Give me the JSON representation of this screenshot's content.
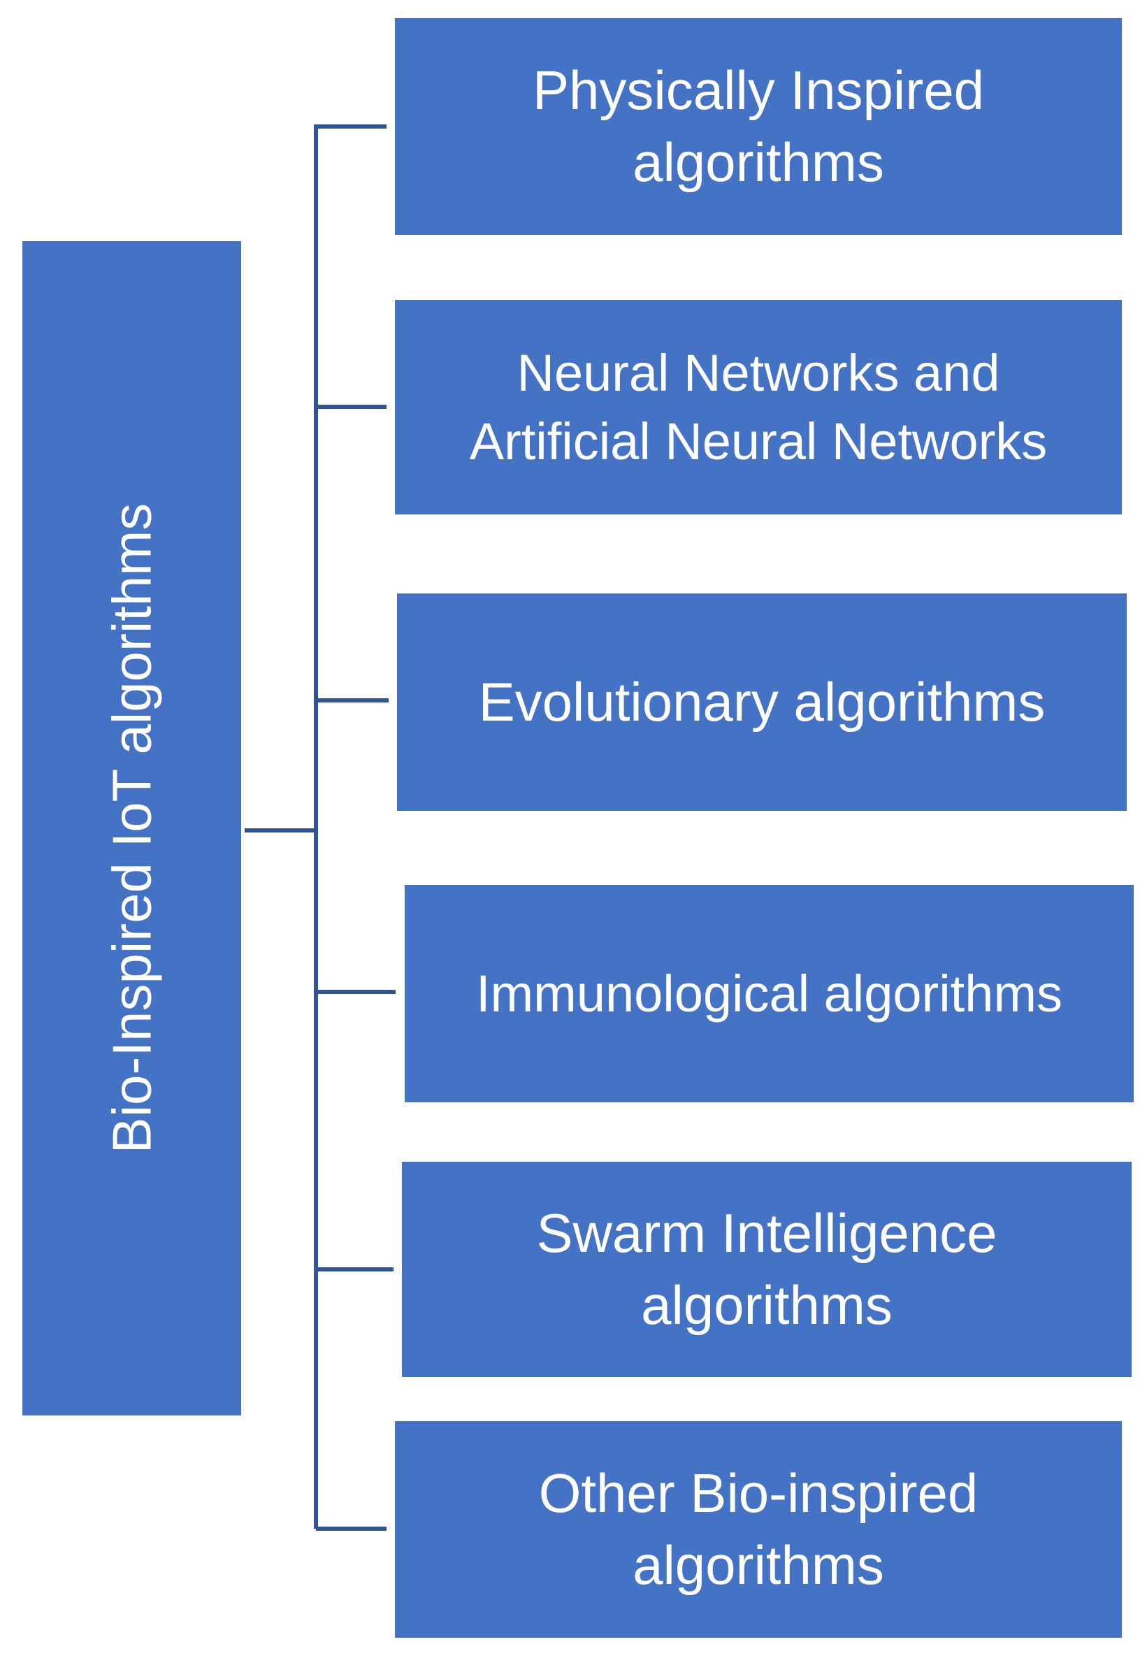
{
  "root": {
    "label": "Bio-Inspired IoT algorithms"
  },
  "categories": [
    {
      "label": "Physically Inspired\nalgorithms"
    },
    {
      "label": "Neural Networks and\nArtificial Neural Networks"
    },
    {
      "label": "Evolutionary algorithms"
    },
    {
      "label": "Immunological algorithms"
    },
    {
      "label": "Swarm Intelligence\nalgorithms"
    },
    {
      "label": "Other Bio-inspired\nalgorithms"
    }
  ],
  "colors": {
    "box_fill": "#4472C4",
    "box_text": "#FFFFFF",
    "connector": "#2F5597"
  }
}
